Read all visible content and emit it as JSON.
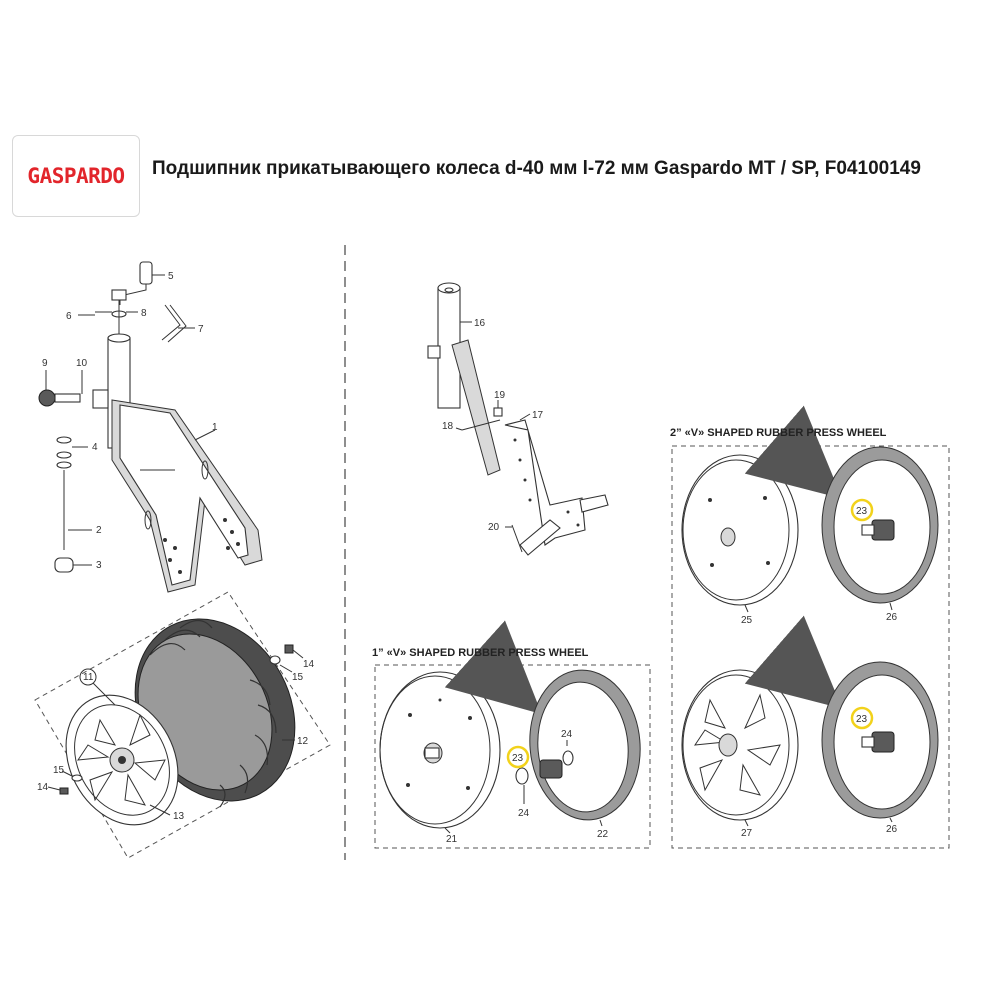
{
  "brand": {
    "logo_text": "GASPARDO",
    "logo_color": "#e2252b"
  },
  "header": {
    "title": "Подшипник прикатывающего колеса d-40 мм l-72 мм Gaspardo MT / SP, F04100149"
  },
  "sections": {
    "wheel_1in": {
      "title": "1” «V» SHAPED RUBBER PRESS WHEEL"
    },
    "wheel_2in": {
      "title": "2” «V» SHAPED RUBBER PRESS WHEEL"
    }
  },
  "highlight_color": "#f2d21b",
  "callouts": {
    "c1": "1",
    "c2": "2",
    "c3": "3",
    "c4": "4",
    "c5": "5",
    "c6": "6",
    "c7": "7",
    "c8": "8",
    "c9": "9",
    "c10": "10",
    "c11": "11",
    "c12": "12",
    "c13": "13",
    "c14a": "14",
    "c14b": "14",
    "c15a": "15",
    "c15b": "15",
    "c16": "16",
    "c17": "17",
    "c18": "18",
    "c19": "19",
    "c20": "20",
    "c21": "21",
    "c22": "22",
    "c23a": "23",
    "c24a": "24",
    "c24b": "24",
    "c25": "25",
    "c26a": "26",
    "c23b": "23",
    "c27": "27",
    "c26b": "26",
    "c23c": "23"
  }
}
